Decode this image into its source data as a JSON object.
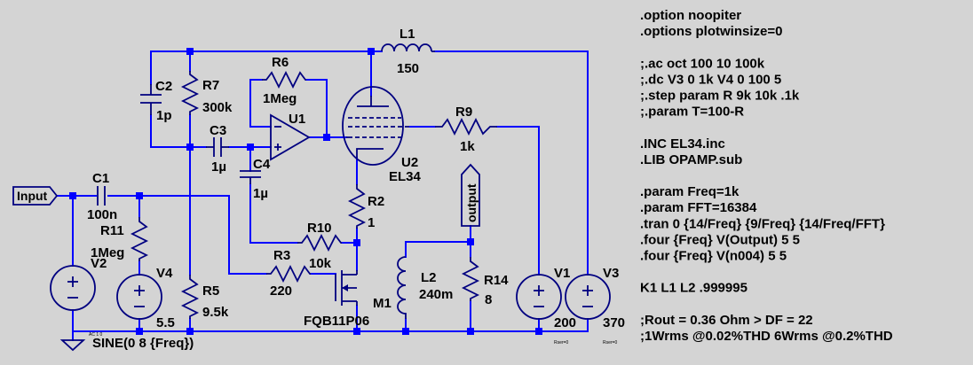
{
  "components": {
    "L1": {
      "name": "L1",
      "value": "150"
    },
    "L2": {
      "name": "L2",
      "value": "240m"
    },
    "R2": {
      "name": "R2",
      "value": "1"
    },
    "R3": {
      "name": "R3",
      "value": "220"
    },
    "R5": {
      "name": "R5",
      "value": "9.5k"
    },
    "R6": {
      "name": "R6",
      "value": "1Meg"
    },
    "R7": {
      "name": "R7",
      "value": "300k"
    },
    "R9": {
      "name": "R9",
      "value": "1k"
    },
    "R10": {
      "name": "R10",
      "value": "10k"
    },
    "R11": {
      "name": "R11",
      "value": "1Meg"
    },
    "R14": {
      "name": "R14",
      "value": "8"
    },
    "C1": {
      "name": "C1",
      "value": "100n"
    },
    "C2": {
      "name": "C2",
      "value": "1p"
    },
    "C3": {
      "name": "C3",
      "value": "1µ"
    },
    "C4": {
      "name": "C4",
      "value": "1µ"
    },
    "U1": {
      "name": "U1"
    },
    "U2": {
      "name": "U2",
      "value": "EL34"
    },
    "M1": {
      "name": "M1",
      "value": "FQB11P06"
    },
    "V1": {
      "name": "V1",
      "value": "200",
      "small": "Rser=0"
    },
    "V2": {
      "name": "V2",
      "value": "SINE(0 8 {Freq})",
      "small": "AC 1 0"
    },
    "V3": {
      "name": "V3",
      "value": "370",
      "small": "Rser=0"
    },
    "V4": {
      "name": "V4",
      "value": "5.5"
    }
  },
  "ports": {
    "input": "Input",
    "output": "output"
  },
  "directives": [
    ".option noopiter",
    ".options plotwinsize=0",
    "",
    ";.ac oct 100 10 100k",
    ";.dc V3 0 1k V4 0 100 5",
    ";.step param R 9k 10k .1k",
    ";.param T=100-R",
    "",
    ".INC EL34.inc",
    ".LIB OPAMP.sub",
    "",
    ".param Freq=1k",
    ".param FFT=16384",
    ".tran 0 {14/Freq} {9/Freq} {14/Freq/FFT}",
    ".four {Freq} V(Output) 5 5",
    ".four {Freq} V(n004) 5 5",
    "",
    "K1 L1 L2 .999995",
    "",
    ";Rout = 0.36 Ohm > DF = 22",
    ";1Wrms @0.02%THD 6Wrms @0.2%THD"
  ],
  "colors": {
    "background": "#d4d4d4",
    "wire": "#0000ff",
    "component": "#000080",
    "text": "#000000"
  }
}
